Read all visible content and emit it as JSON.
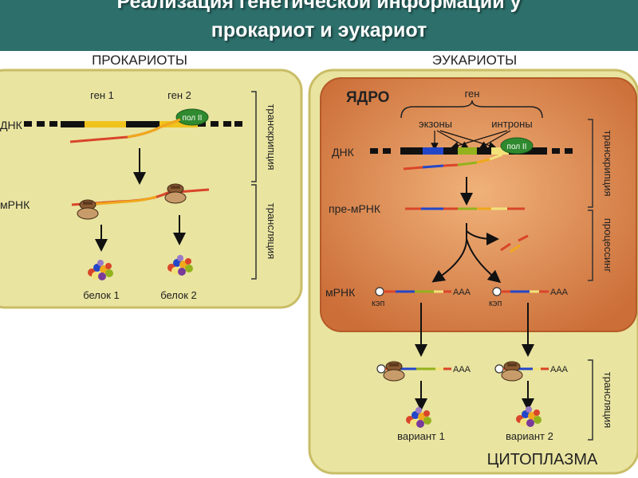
{
  "title": {
    "line1": "Реализация генетической информации у",
    "line2": "прокариот и эукариот"
  },
  "prokaryotes": {
    "heading": "ПРОКАРИОТЫ",
    "gene1": "ген 1",
    "gene2": "ген 2",
    "pol": "пол II",
    "dna": "ДНК",
    "mrna": "мРНК",
    "protein1": "белок 1",
    "protein2": "белок 2",
    "transcription": "транскрипция",
    "translation": "трансляция"
  },
  "eukaryotes": {
    "heading": "ЭУКАРИОТЫ",
    "nucleus": "ЯДРО",
    "gene": "ген",
    "exons": "экзоны",
    "introns": "интроны",
    "pol": "пол II",
    "dna": "ДНК",
    "pre_mrna": "пре-мРНК",
    "mrna": "мРНК",
    "cap": "кэп",
    "polya": "ААА",
    "variant1": "вариант 1",
    "variant2": "вариант 2",
    "cytoplasm": "ЦИТОПЛАЗМА",
    "transcription": "транскрипция",
    "processing": "процессинг",
    "translation": "трансляция"
  },
  "colors": {
    "title_bg": "#2d6f6b",
    "panel_fill": "#e9e4a0",
    "panel_border": "#c9bd66",
    "nucleus_fill": "#d9854e",
    "exon_blue": "#2346c8",
    "exon_green": "#93b21d",
    "exon_yellow": "#f2e27a",
    "rna_red": "#d9452a",
    "rna_orange": "#f0a81c",
    "pol_green": "#2f8a2f"
  }
}
